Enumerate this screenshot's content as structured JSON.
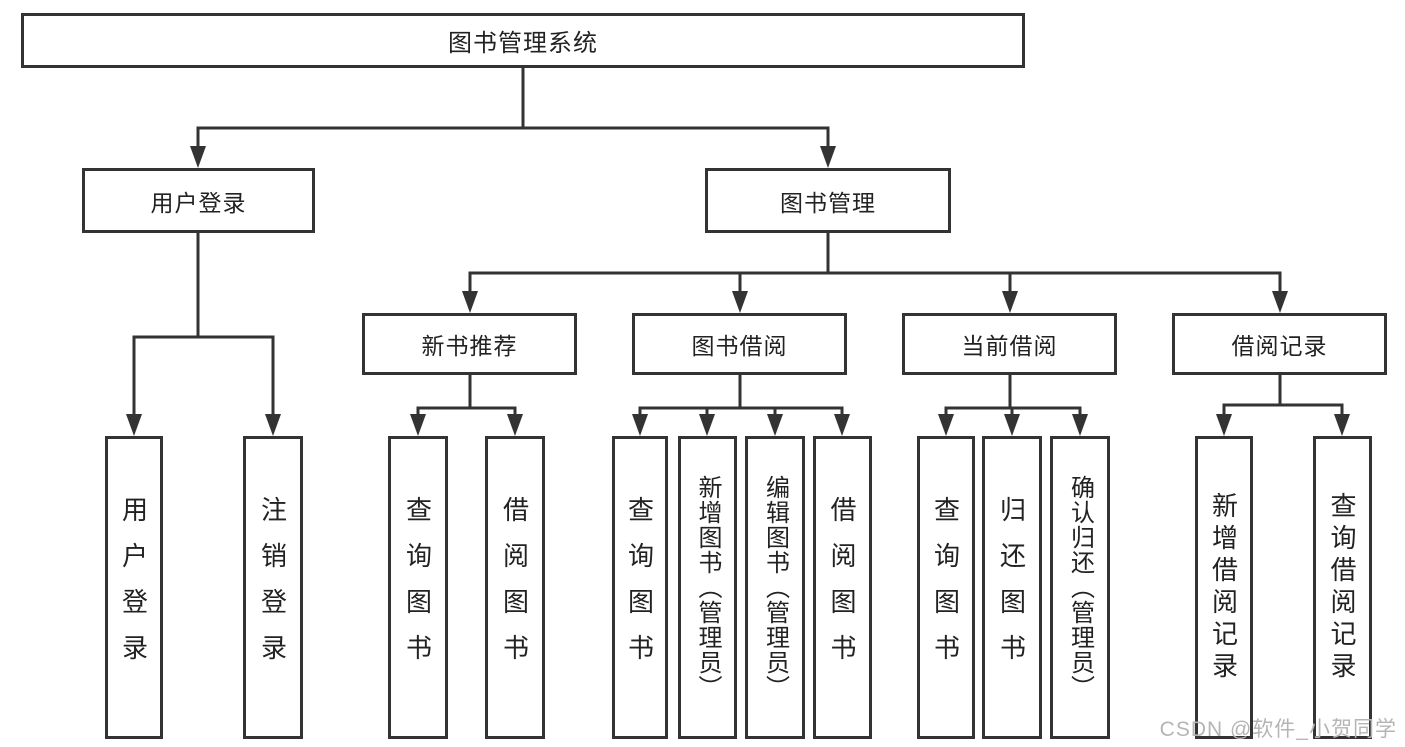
{
  "diagram": {
    "title": "图书管理系统",
    "level1": {
      "user_login": "用户登录",
      "book_mgmt": "图书管理"
    },
    "level2": {
      "new_books": "新书推荐",
      "borrowing": "图书借阅",
      "current": "当前借阅",
      "records": "借阅记录"
    },
    "leaves": {
      "user_login_1": "用户登录",
      "user_login_2": "注销登录",
      "new_books_1": "查询图书",
      "new_books_2": "借阅图书",
      "borrowing_1": "查询图书",
      "borrowing_2": "新增图书（管理员）",
      "borrowing_3": "编辑图书（管理员）",
      "borrowing_4": "借阅图书",
      "current_1": "查询图书",
      "current_2": "归还图书",
      "current_3": "确认归还（管理员）",
      "records_1": "新增借阅记录",
      "records_2": "查询借阅记录"
    },
    "watermark": "CSDN @软件_小贺同学",
    "colors": {
      "line": "#333333",
      "text": "#222222",
      "watermark": "#b5b5b5",
      "background": "#ffffff"
    }
  }
}
